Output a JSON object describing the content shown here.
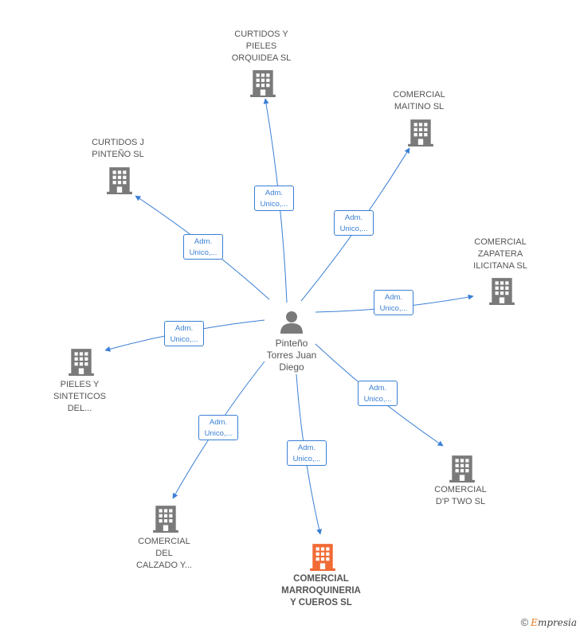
{
  "colors": {
    "edge": "#3a7fd5",
    "building": "#7a7a7a",
    "building_highlight": "#f26a35",
    "person": "#7a7a7a"
  },
  "center": {
    "icon": "person-icon",
    "lines": [
      "Pinteño",
      "Torres Juan",
      "Diego"
    ]
  },
  "nodes": [
    {
      "id": "curtidos-pieles-orquidea",
      "icon": "building-icon",
      "highlight": false,
      "lines": [
        "CURTIDOS Y",
        "PIELES",
        "ORQUIDEA  SL"
      ]
    },
    {
      "id": "comercial-maitino",
      "icon": "building-icon",
      "highlight": false,
      "lines": [
        "COMERCIAL",
        "MAITINO  SL"
      ]
    },
    {
      "id": "curtidos-j-pinteno",
      "icon": "building-icon",
      "highlight": false,
      "lines": [
        "CURTIDOS J",
        "PINTEÑO  SL"
      ]
    },
    {
      "id": "comercial-zapatera-ilicitana",
      "icon": "building-icon",
      "highlight": false,
      "lines": [
        "COMERCIAL",
        "ZAPATERA",
        "ILICITANA  SL"
      ]
    },
    {
      "id": "pieles-sinteticos",
      "icon": "building-icon",
      "highlight": false,
      "lines": [
        "PIELES Y",
        "SINTETICOS",
        "DEL..."
      ]
    },
    {
      "id": "comercial-dp-two",
      "icon": "building-icon",
      "highlight": false,
      "lines": [
        "COMERCIAL",
        "D'P TWO  SL"
      ]
    },
    {
      "id": "comercial-del-calzado",
      "icon": "building-icon",
      "highlight": false,
      "lines": [
        "COMERCIAL",
        "DEL",
        "CALZADO Y..."
      ]
    },
    {
      "id": "comercial-marroquineria",
      "icon": "building-icon",
      "highlight": true,
      "lines": [
        "COMERCIAL",
        "MARROQUINERIA",
        "Y CUEROS  SL"
      ]
    }
  ],
  "edges": [
    {
      "target": "curtidos-pieles-orquidea",
      "lines": [
        "Adm.",
        "Unico,..."
      ]
    },
    {
      "target": "comercial-maitino",
      "lines": [
        "Adm.",
        "Unico,..."
      ]
    },
    {
      "target": "curtidos-j-pinteno",
      "lines": [
        "Adm.",
        "Unico,..."
      ]
    },
    {
      "target": "comercial-zapatera-ilicitana",
      "lines": [
        "Adm.",
        "Unico,..."
      ]
    },
    {
      "target": "pieles-sinteticos",
      "lines": [
        "Adm.",
        "Unico,..."
      ]
    },
    {
      "target": "comercial-dp-two",
      "lines": [
        "Adm.",
        "Unico,..."
      ]
    },
    {
      "target": "comercial-del-calzado",
      "lines": [
        "Adm.",
        "Unico,..."
      ]
    },
    {
      "target": "comercial-marroquineria",
      "lines": [
        "Adm.",
        "Unico,..."
      ]
    }
  ],
  "footer": {
    "copyright_symbol": "©",
    "brand_first": "E",
    "brand_rest": "mpresia"
  }
}
